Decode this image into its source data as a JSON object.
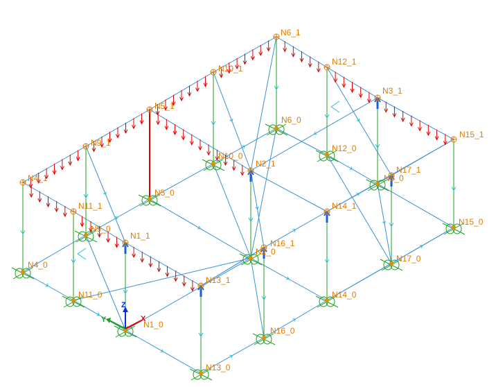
{
  "colors": {
    "beam": "#3a8fd8",
    "column": "#1aa11a",
    "load": "#e00000",
    "label": "#e07b00",
    "support": "#1aa11a"
  },
  "axes": {
    "x": "X",
    "y": "Y",
    "z": "Z",
    "x_color": "#e00000",
    "y_color": "#1aa11a",
    "z_color": "#0030e0"
  },
  "nodes": [
    {
      "id": "N6_1"
    },
    {
      "id": "N12_1"
    },
    {
      "id": "N10_1"
    },
    {
      "id": "N3_1"
    },
    {
      "id": "N5_1"
    },
    {
      "id": "N15_1"
    },
    {
      "id": "N9_1"
    },
    {
      "id": "N6_0"
    },
    {
      "id": "N12_0"
    },
    {
      "id": "N10_0"
    },
    {
      "id": "N2_1"
    },
    {
      "id": "N17_1"
    },
    {
      "id": "N4_1"
    },
    {
      "id": "N3_0"
    },
    {
      "id": "N5_0"
    },
    {
      "id": "N11_1"
    },
    {
      "id": "N14_1"
    },
    {
      "id": "N9_0"
    },
    {
      "id": "N15_0"
    },
    {
      "id": "N1_1"
    },
    {
      "id": "N16_1"
    },
    {
      "id": "N2_0"
    },
    {
      "id": "N17_0"
    },
    {
      "id": "N4_0"
    },
    {
      "id": "N13_1"
    },
    {
      "id": "N11_0"
    },
    {
      "id": "N14_0"
    },
    {
      "id": "N1_0"
    },
    {
      "id": "N16_0"
    },
    {
      "id": "N13_0"
    }
  ]
}
